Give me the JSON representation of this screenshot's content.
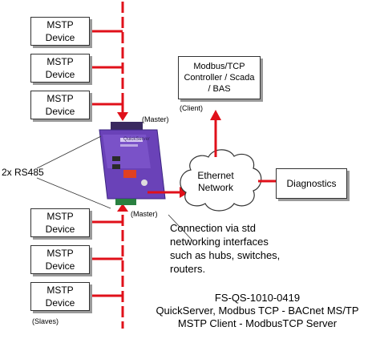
{
  "devices_top": [
    {
      "line1": "MSTP",
      "line2": "Device"
    },
    {
      "line1": "MSTP",
      "line2": "Device"
    },
    {
      "line1": "MSTP",
      "line2": "Device"
    }
  ],
  "devices_bottom": [
    {
      "line1": "MSTP",
      "line2": "Device"
    },
    {
      "line1": "MSTP",
      "line2": "Device"
    },
    {
      "line1": "MSTP",
      "line2": "Device"
    }
  ],
  "labels": {
    "master_top": "(Master)",
    "master_bottom": "(Master)",
    "rs485": "2x RS485",
    "client": "(Client)",
    "slaves": "(Slaves)"
  },
  "modbus_box": {
    "line1": "Modbus/TCP",
    "line2": "Controller / Scada",
    "line3": "/ BAS"
  },
  "diagnostics": "Diagnostics",
  "network": {
    "line1": "Ethernet",
    "line2": "Network"
  },
  "connection_note": [
    "Connection via std",
    "networking interfaces",
    "such as hubs, switches,",
    "routers."
  ],
  "caption": {
    "line1": "FS-QS-1010-0419",
    "line2": "QuickServer, Modbus TCP - BACnet MS/TP",
    "line3": "MSTP Client - ModbusTCP Server"
  },
  "device_text": "QuickServer",
  "colors": {
    "bus": "#e0101a",
    "device": "#6a42b8",
    "box_border": "#333333"
  }
}
